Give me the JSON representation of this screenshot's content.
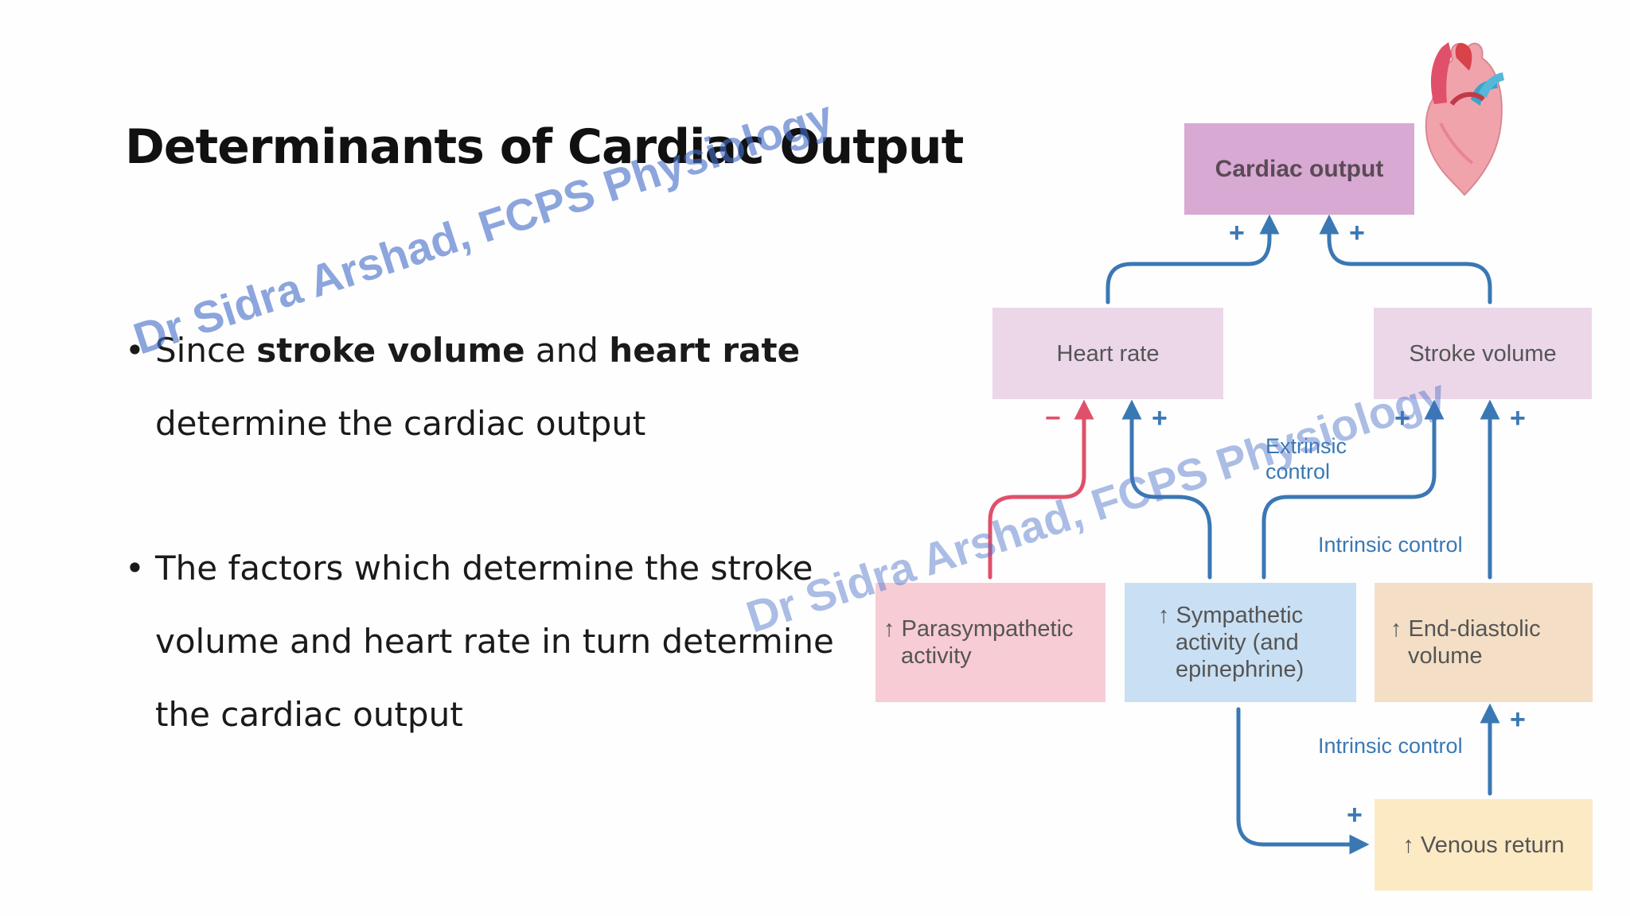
{
  "slide": {
    "title": "Determinants of Cardiac Output",
    "bullets": [
      {
        "symbol": "•",
        "parts": [
          "Since ",
          "stroke volume",
          " and ",
          "heart rate"
        ],
        "line2": "determine the cardiac output"
      },
      {
        "symbol": "•",
        "line1": "The factors which determine the stroke",
        "line2": "volume and heart rate in turn determine",
        "line3": "the cardiac output"
      }
    ],
    "watermark": "Dr Sidra Arshad, FCPS Physiology"
  },
  "diagram": {
    "boxes": {
      "cardiac_output": "Cardiac output",
      "heart_rate": "Heart rate",
      "stroke_volume": "Stroke volume",
      "parasympathetic": [
        "↑ Parasympathetic",
        "activity"
      ],
      "sympathetic": [
        "↑ Sympathetic",
        "activity (and",
        "epinephrine)"
      ],
      "end_diastolic": [
        "↑ End-diastolic",
        "volume"
      ],
      "venous_return": "↑ Venous return"
    },
    "labels": {
      "extrinsic": [
        "Extrinsic",
        "control"
      ],
      "intrinsic_1": "Intrinsic control",
      "intrinsic_2": "Intrinsic control"
    },
    "signs": {
      "plus": "+",
      "minus": "−"
    },
    "colors": {
      "arrow_blue": "#3a78b4",
      "arrow_red": "#e0506a"
    },
    "icons": [
      "heart-icon"
    ]
  }
}
